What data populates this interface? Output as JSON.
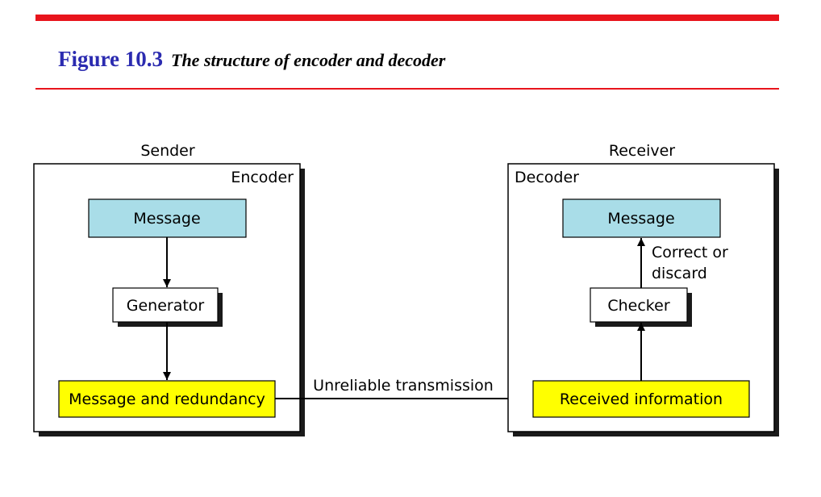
{
  "figure": {
    "number": "Figure 10.3",
    "caption": "The structure of encoder and decoder"
  },
  "sender": {
    "label": "Sender",
    "box_label": "Encoder",
    "message": "Message",
    "generator": "Generator",
    "output": "Message and redundancy"
  },
  "receiver": {
    "label": "Receiver",
    "box_label": "Decoder",
    "message": "Message",
    "checker": "Checker",
    "input": "Received information",
    "action_line1": "Correct or",
    "action_line2": "discard"
  },
  "channel": {
    "label": "Unreliable transmission"
  },
  "colors": {
    "rule": "#e8141c",
    "figure_number": "#2b2bb0",
    "message_fill": "#a9dde8",
    "data_fill": "#ffff00"
  }
}
